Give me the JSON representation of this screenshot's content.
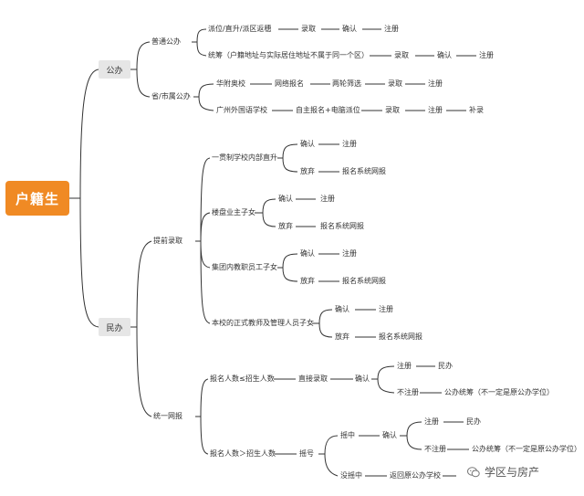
{
  "root": "户籍生",
  "public": {
    "label": "公办",
    "ordinary": {
      "label": "普通公办",
      "r1": [
        "派位/直升/派区返穗",
        "录取",
        "确认",
        "注册"
      ],
      "r2": [
        "统筹（户籍地址与实际居住地址不属于同一个区）",
        "录取",
        "确认",
        "注册"
      ]
    },
    "provincial": {
      "label": "省/市属公办",
      "r1": [
        "华附奥校",
        "网络报名",
        "两轮筛选",
        "录取",
        "注册"
      ],
      "r2": [
        "广州外国语学校",
        "自主报名+电脑派位",
        "录取",
        "注册",
        "补录"
      ]
    }
  },
  "private": {
    "label": "民办",
    "early": {
      "label": "提前录取",
      "groups": [
        {
          "label": "一贯制学校内部直升",
          "confirm": "确认",
          "register": "注册",
          "giveup": "放弃",
          "apply": "报名系统网报"
        },
        {
          "label": "楼盘业主子女",
          "confirm": "确认",
          "register": "注册",
          "giveup": "放弃",
          "apply": "报名系统网报"
        },
        {
          "label": "集团内教职员工子女",
          "confirm": "确认",
          "register": "注册",
          "giveup": "放弃",
          "apply": "报名系统网报"
        },
        {
          "label": "本校的正式教师及管理人员子女",
          "confirm": "确认",
          "register": "注册",
          "giveup": "放弃",
          "apply": "报名系统网报"
        }
      ]
    },
    "unified": {
      "label": "统一网报",
      "lte": {
        "label": "报名人数≤招生人数",
        "direct": "直接录取",
        "confirm": "确认",
        "reg": "注册",
        "private": "民办",
        "noreg": "不注册",
        "coord": "公办统筹（不一定是原公办学位）"
      },
      "gt": {
        "label": "报名人数＞招生人数",
        "lottery": "摇号",
        "hit": "摇中",
        "confirm": "确认",
        "reg": "注册",
        "private": "民办",
        "noreg": "不注册",
        "coord": "公办统筹（不一定是原公办学位）",
        "miss": "没摇中",
        "back": "返回原公办学校"
      }
    }
  },
  "watermark": "学区与房产"
}
